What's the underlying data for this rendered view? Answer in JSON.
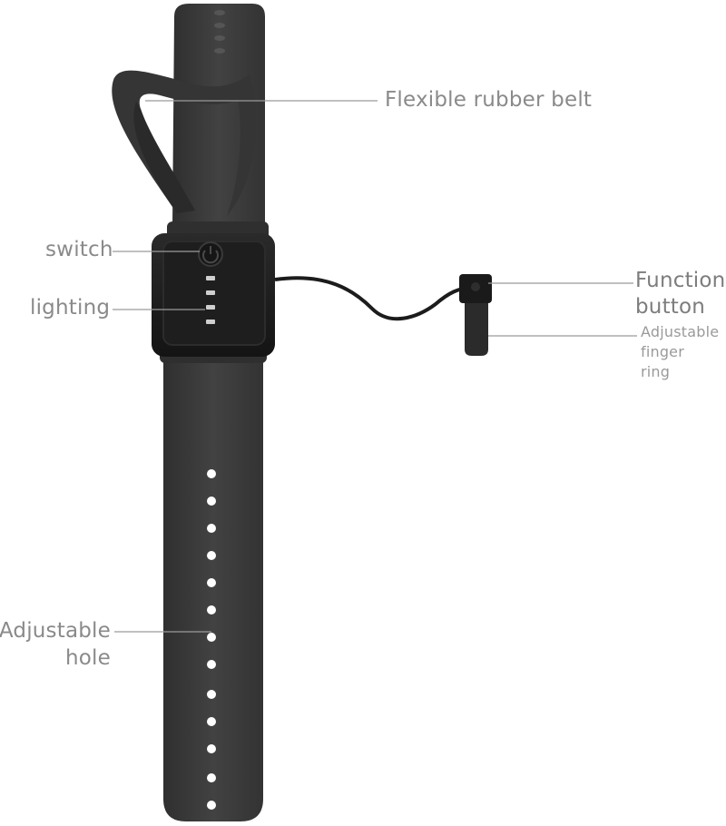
{
  "labels": {
    "belt": "Flexible rubber belt",
    "switch": "switch",
    "lighting": "lighting",
    "function_button": [
      "Function",
      "button"
    ],
    "finger_ring": [
      "Adjustable",
      "finger",
      "ring"
    ],
    "hole": [
      "Adjustable",
      "hole"
    ]
  },
  "colors": {
    "strap": "#3c3c3c",
    "strap_shade": "#2c2c2c",
    "module": "#1b1b1b",
    "leader_line": "#9a9a9a",
    "label_text": "#8a8a8a",
    "hole": "#ffffff"
  },
  "icons": {
    "power": "power-icon"
  }
}
